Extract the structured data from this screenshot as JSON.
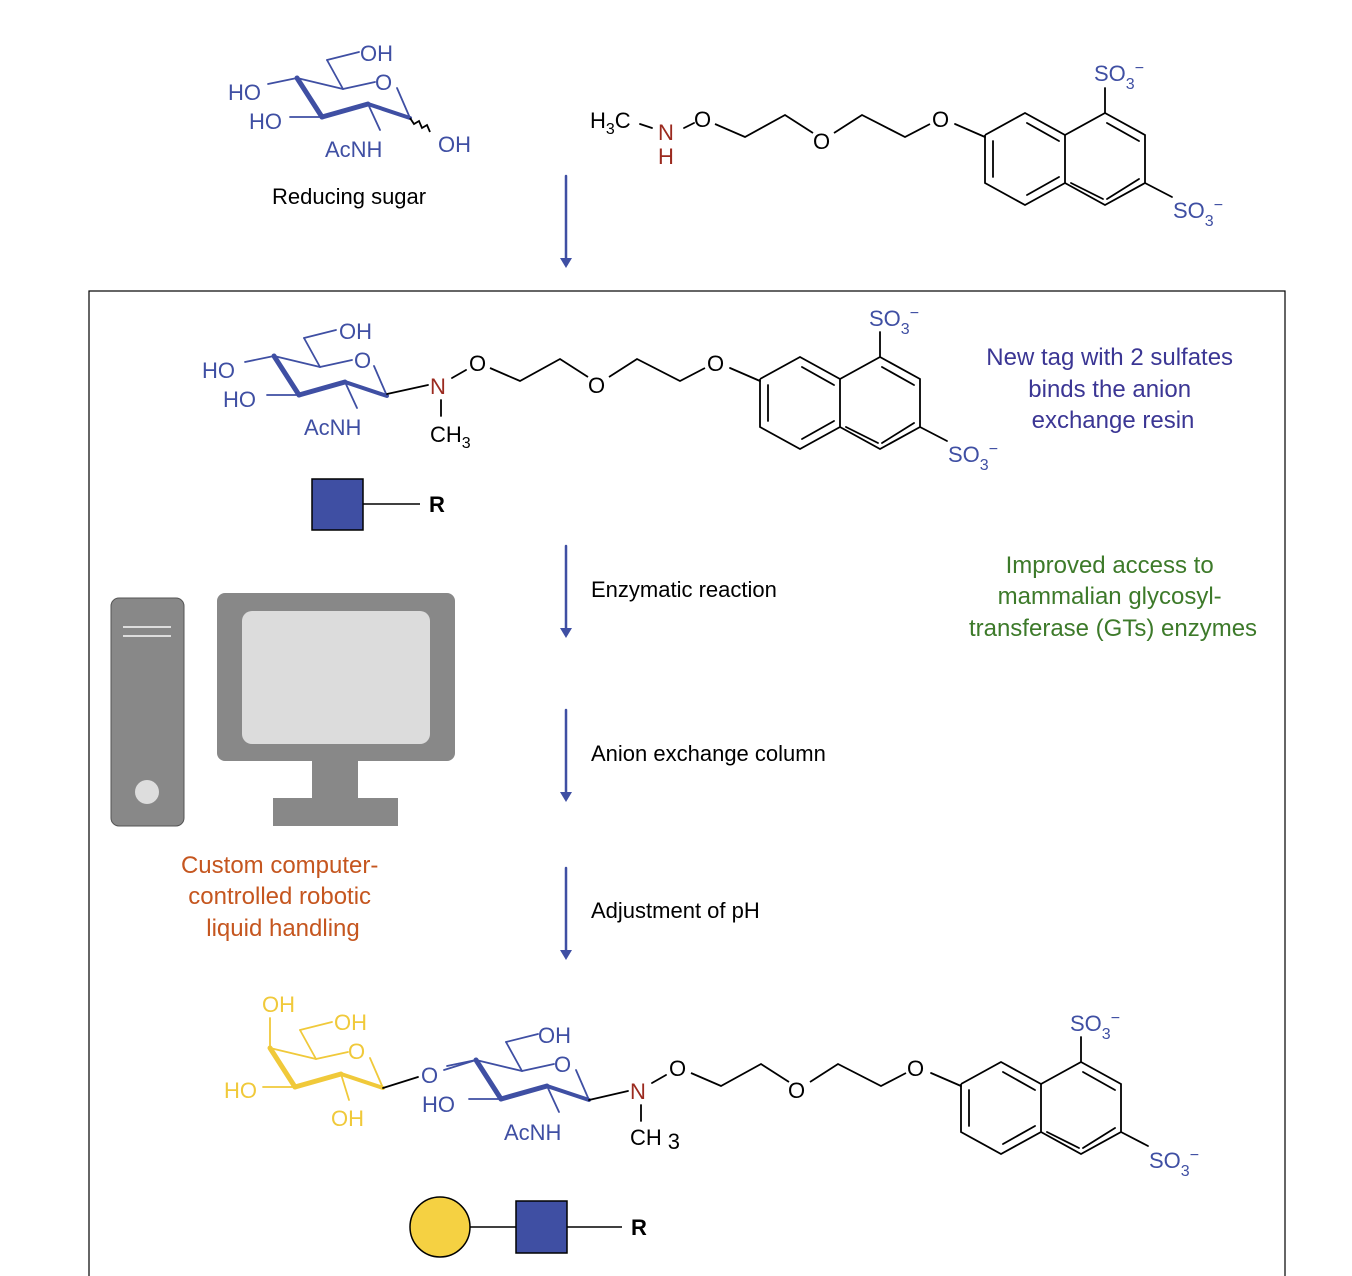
{
  "colors": {
    "sugar_blue": "#3f4fa3",
    "nitrogen_red": "#9b2a1f",
    "galactose_yellow": "#f0c93a",
    "note_purple": "#3b3694",
    "note_green": "#3d7a2a",
    "note_orange": "#c5561f",
    "computer_gray": "#888888"
  },
  "labels": {
    "oh": "OH",
    "ho": "HO",
    "o": "O",
    "acnh": "AcNH",
    "n": "N",
    "h": "H",
    "c": "C",
    "h3c_h": "H",
    "three": "3",
    "ch": "CH",
    "so": "SO",
    "minus": "−",
    "r": "R"
  },
  "top": {
    "caption": "Reducing sugar"
  },
  "notes": {
    "tag": [
      "New tag with 2 sulfates",
      "binds the anion",
      "exchange resin"
    ],
    "access": [
      "Improved access to",
      "mammalian glycosyl-",
      "transferase (GTs) enzymes"
    ],
    "robot": [
      "Custom computer-",
      "controlled robotic",
      "liquid handling"
    ]
  },
  "steps": [
    "Enzymatic reaction",
    "Anion exchange column",
    "Adjustment of pH"
  ],
  "icons": {
    "computer": "desktop-computer-icon",
    "glcnac_symbol": "blue-square",
    "gal_symbol": "yellow-circle"
  }
}
